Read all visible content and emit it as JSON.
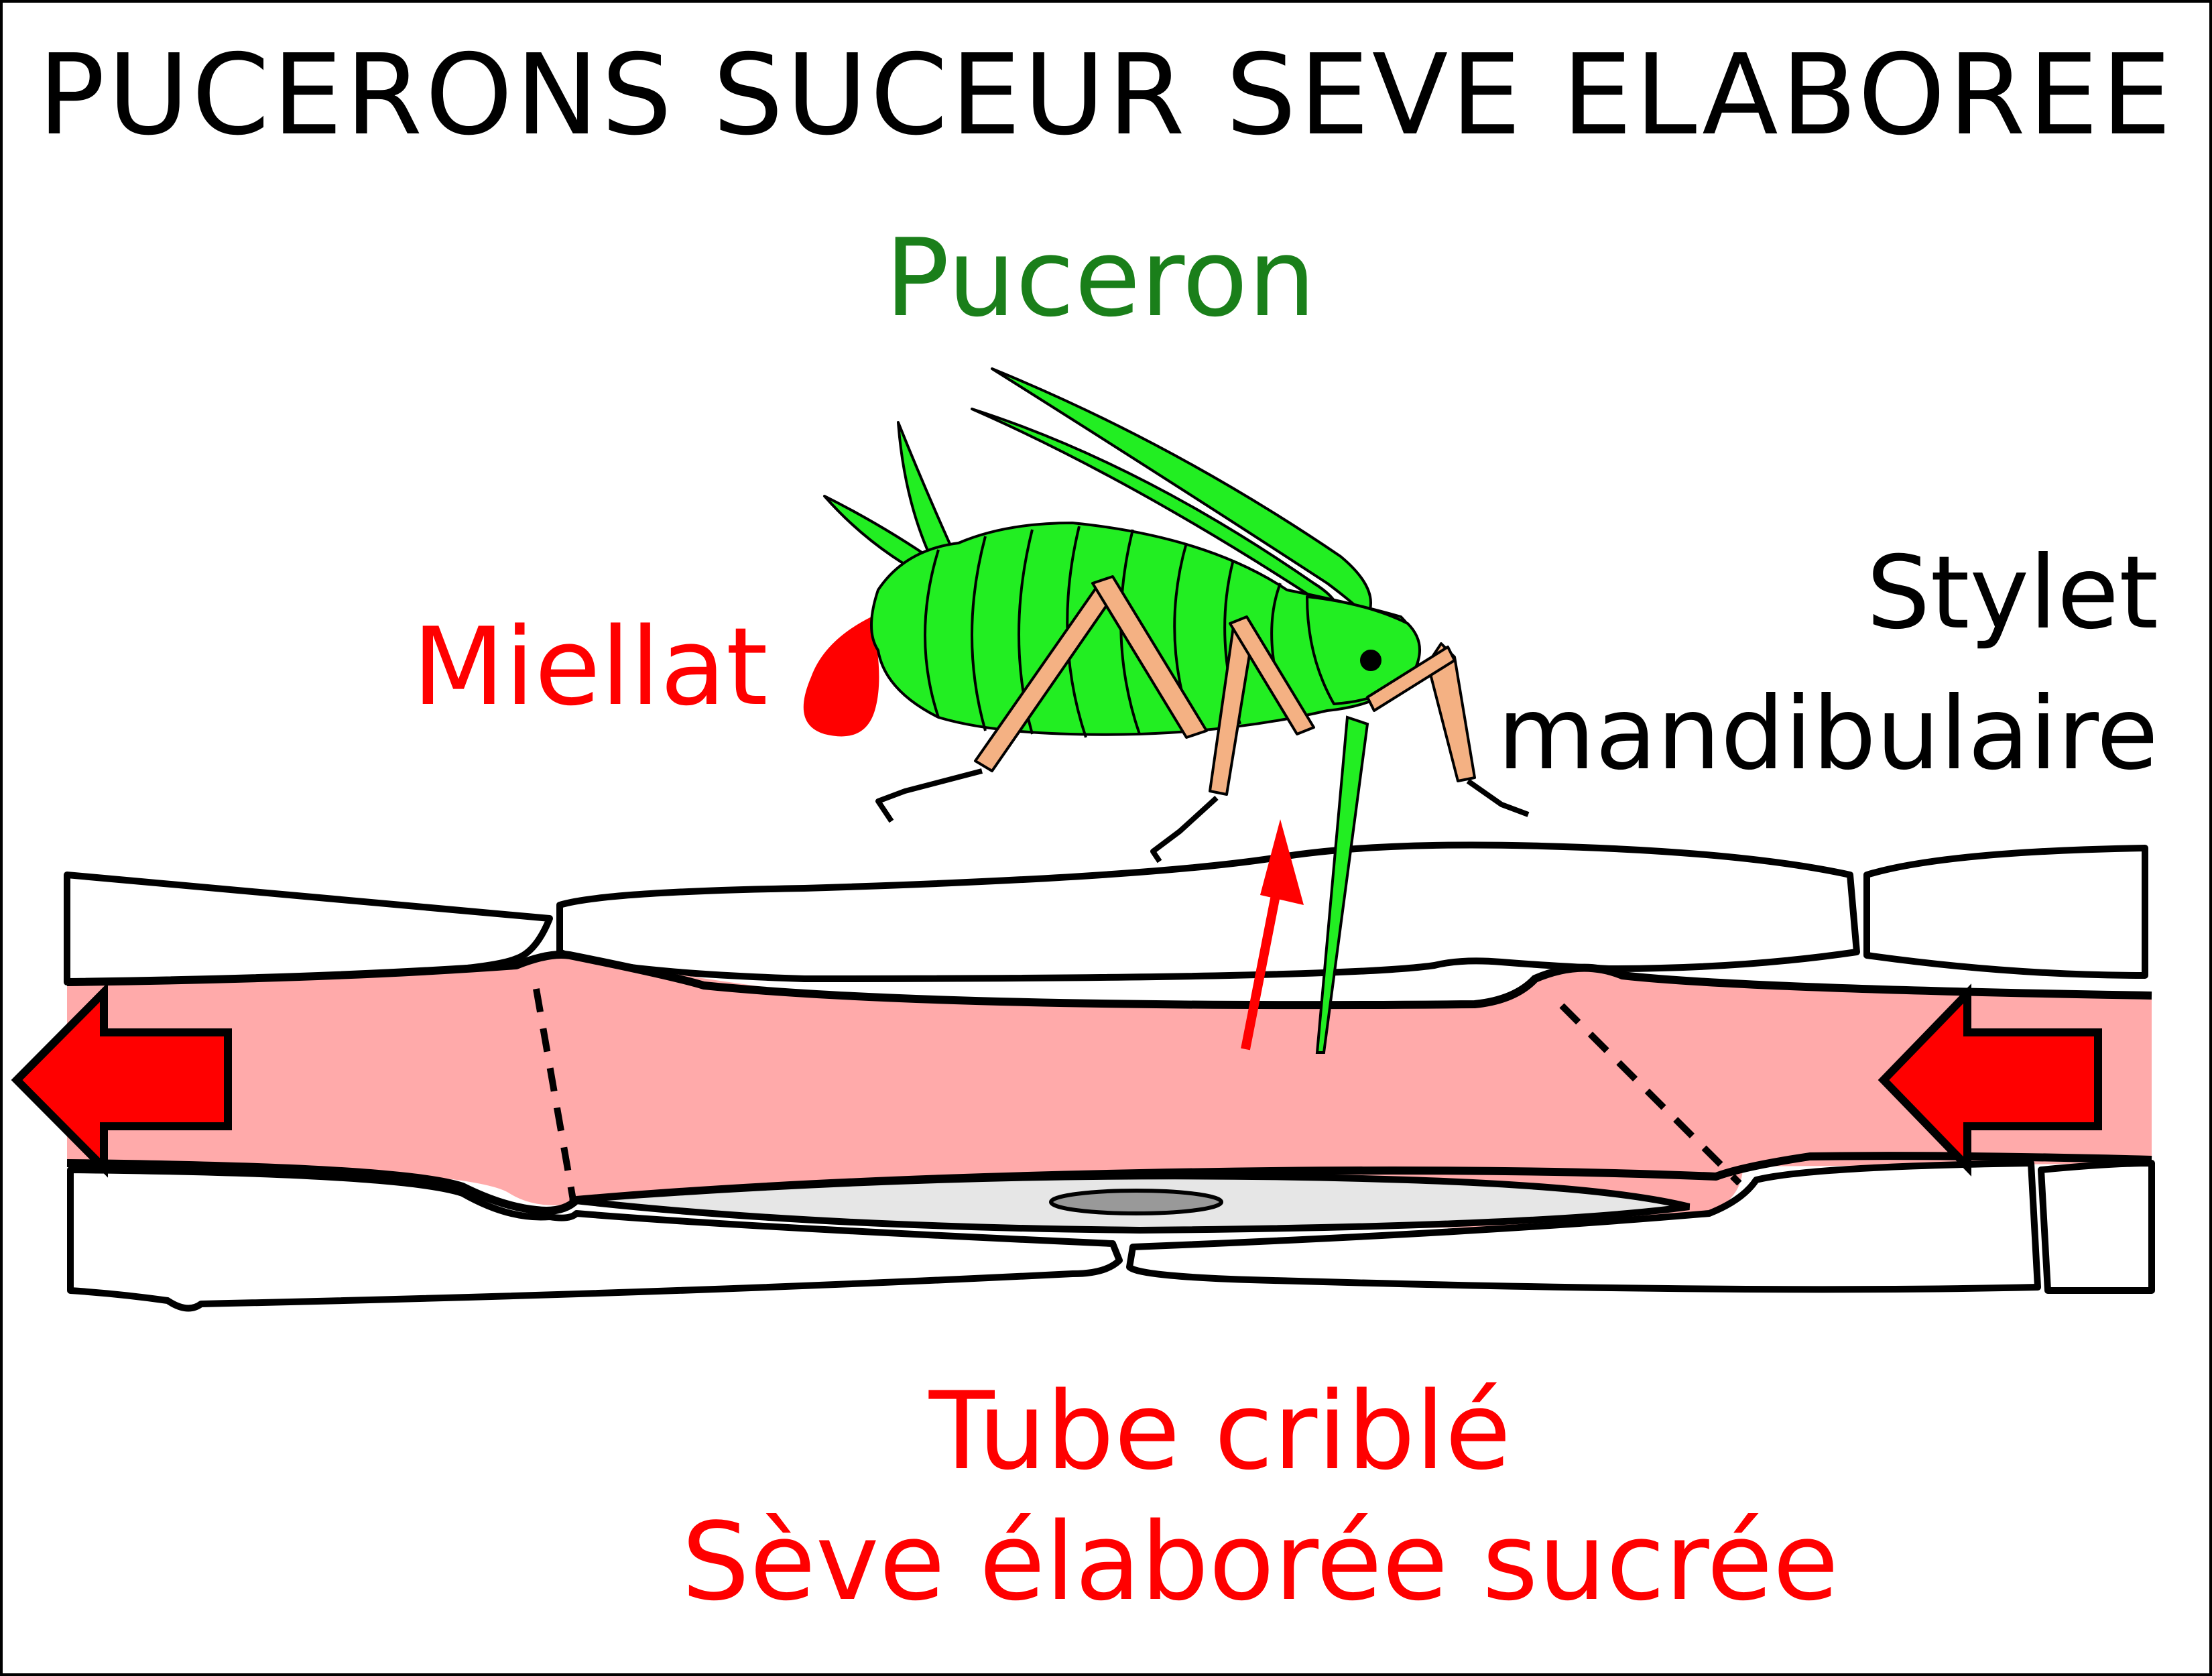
{
  "title": "PUCERONS SUCEUR SEVE ELABOREE",
  "labels": {
    "puceron": "Puceron",
    "miellat": "Miellat",
    "stylet_line1": "Stylet",
    "stylet_line2": "mandibulaire",
    "tube": "Tube criblé",
    "seve": "Sève élaborée sucrée"
  },
  "colors": {
    "aphid_green": "#1a7f1a",
    "aphid_body": "#22ee22",
    "leg": "#f4b183",
    "honeydew": "#ff0000",
    "sieve_tube": "#ffaaaa",
    "arrow": "#ff0000",
    "title": "#000000"
  }
}
